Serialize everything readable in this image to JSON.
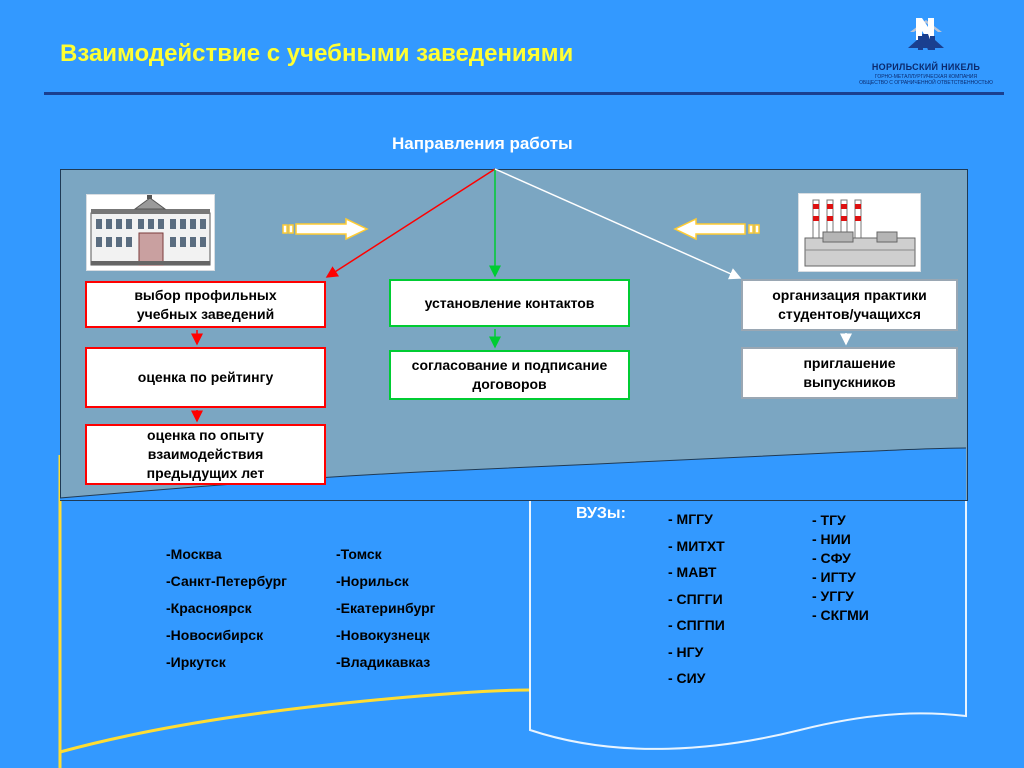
{
  "slide": {
    "title": "Взаимодействие с учебными заведениями",
    "subtitle": "Направления работы"
  },
  "logo": {
    "name": "НОРИЛЬСКИЙ НИКЕЛЬ",
    "sub1": "ГОРНО-МЕТАЛЛУРГИЧЕСКАЯ КОМПАНИЯ",
    "sub2": "ОБЩЕСТВО С ОГРАНИЧЕННОЙ ОТВЕТСТВЕННОСТЬЮ"
  },
  "left_column": [
    "выбор профильных учебных заведений",
    "оценка по рейтингу",
    "оценка по опыту взаимодействия предыдущих лет"
  ],
  "center_column": [
    "установление контактов",
    "согласование и подписание договоров"
  ],
  "right_column": [
    "организация практики студентов/учащихся",
    "приглашение выпускников"
  ],
  "cities": {
    "col1": [
      "-Москва",
      "-Санкт-Петербург",
      "-Красноярск",
      "-Новосибирск",
      "-Иркутск"
    ],
    "col2": [
      "-Томск",
      "-Норильск",
      "-Екатеринбург",
      "-Новокузнецк",
      "-Владикавказ"
    ]
  },
  "universities": {
    "label": "ВУЗы:",
    "col1": [
      "- МГГУ",
      "- МИТХТ",
      "- МАВТ",
      "- СПГГИ",
      "- СПГПИ",
      "- НГУ",
      "- СИУ"
    ],
    "col2": [
      "- ТГУ",
      "- НИИ",
      "- СФУ",
      "- ИГТУ",
      "- УГГУ",
      "- СКГМИ"
    ]
  },
  "colors": {
    "background": "#3399ff",
    "title": "#ffff33",
    "panel": "#7ba6c2",
    "red_arrow": "#ff0000",
    "green_arrow": "#00cc33",
    "white_arrow": "#ffffff",
    "yellow_line": "#ffdd33"
  },
  "icons": [
    "university-building-icon",
    "factory-icon",
    "norilsk-nickel-logo-icon"
  ]
}
